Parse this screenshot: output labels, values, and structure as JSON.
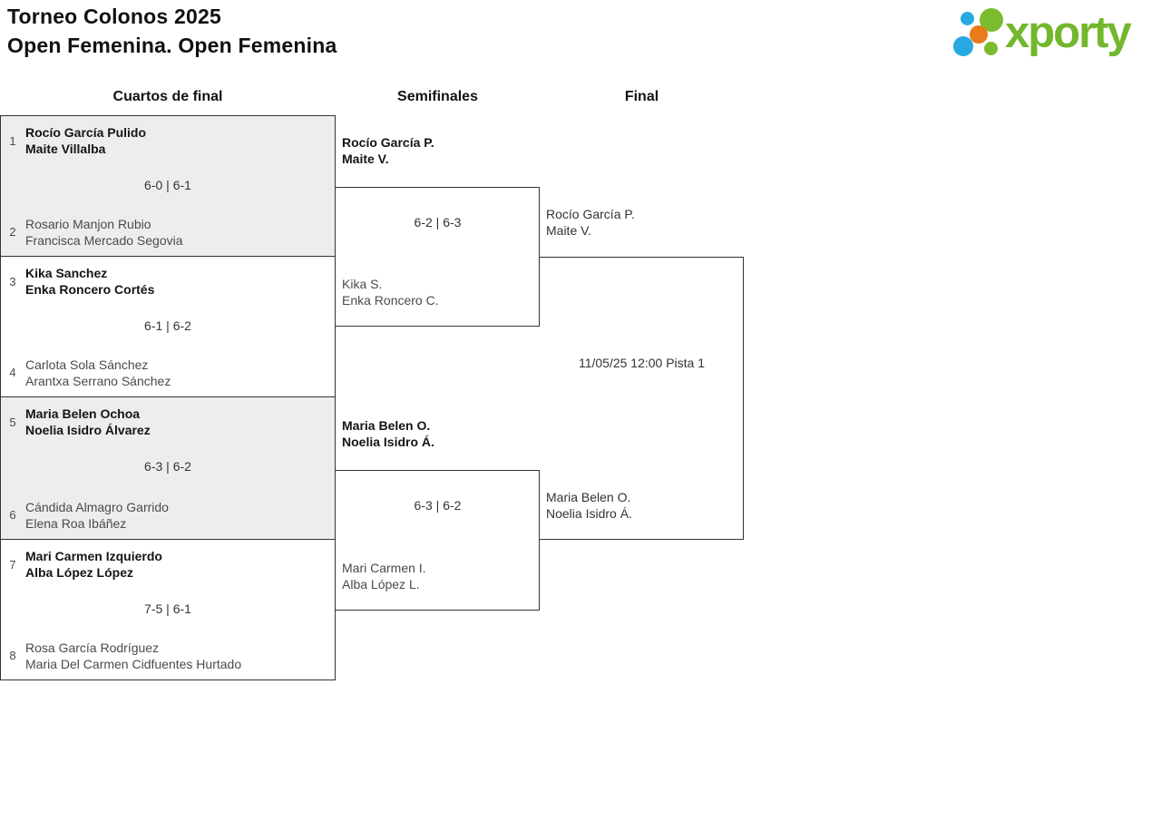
{
  "header": {
    "title_line1": "Torneo Colonos 2025",
    "title_line2": "Open Femenina. Open Femenina",
    "logo": {
      "brand": "xporty",
      "colors": {
        "green": "#72b72c",
        "blue": "#29a9e1",
        "orange": "#e87b1a"
      }
    }
  },
  "rounds": {
    "quarterfinals_label": "Cuartos de final",
    "semifinals_label": "Semifinales",
    "final_label": "Final"
  },
  "quarterfinals": [
    {
      "seed_top": "1",
      "team_top": [
        "Rocío García Pulido",
        "Maite Villalba"
      ],
      "score": "6-0 | 6-1",
      "seed_bottom": "2",
      "team_bottom": [
        "Rosario Manjon Rubio",
        "Francisca Mercado Segovia"
      ]
    },
    {
      "seed_top": "3",
      "team_top": [
        "Kika Sanchez",
        "Enka Roncero Cortés"
      ],
      "score": "6-1 | 6-2",
      "seed_bottom": "4",
      "team_bottom": [
        "Carlota Sola Sánchez",
        "Arantxa Serrano Sánchez"
      ]
    },
    {
      "seed_top": "5",
      "team_top": [
        "Maria Belen Ochoa",
        "Noelia Isidro Álvarez"
      ],
      "score": "6-3 | 6-2",
      "seed_bottom": "6",
      "team_bottom": [
        "Cándida Almagro Garrido",
        "Elena Roa Ibáñez"
      ]
    },
    {
      "seed_top": "7",
      "team_top": [
        "Mari Carmen Izquierdo",
        "Alba López López"
      ],
      "score": "7-5 | 6-1",
      "seed_bottom": "8",
      "team_bottom": [
        "Rosa García Rodríguez",
        "Maria Del Carmen Cidfuentes Hurtado"
      ]
    }
  ],
  "semifinals": [
    {
      "winner": [
        "Rocío García P.",
        "Maite V."
      ],
      "score": "6-2 | 6-3",
      "loser": [
        "Kika S.",
        "Enka Roncero C."
      ]
    },
    {
      "winner": [
        "Maria Belen O.",
        "Noelia Isidro Á."
      ],
      "score": "6-3 | 6-2",
      "loser": [
        "Mari Carmen I.",
        "Alba López L."
      ]
    }
  ],
  "final": {
    "team_top": [
      "Rocío García P.",
      "Maite V."
    ],
    "schedule": "11/05/25 12:00 Pista 1",
    "team_bottom": [
      "Maria Belen O.",
      "Noelia Isidro Á."
    ]
  }
}
